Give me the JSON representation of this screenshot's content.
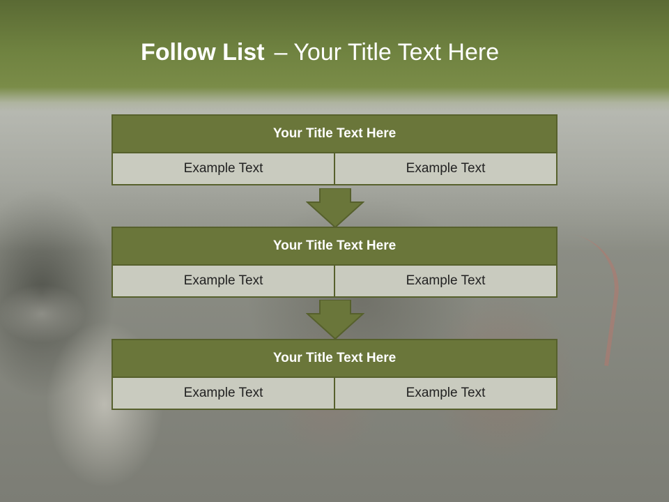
{
  "slide": {
    "title_bold": "Follow List",
    "title_rest": "– Your Title Text Here"
  },
  "steps": [
    {
      "title": "Your Title Text Here",
      "left": "Example Text",
      "right": "Example Text"
    },
    {
      "title": "Your Title Text Here",
      "left": "Example Text",
      "right": "Example Text"
    },
    {
      "title": "Your Title Text Here",
      "left": "Example Text",
      "right": "Example Text"
    }
  ],
  "colors": {
    "header_green": "#6f8240",
    "box_green": "#6a763a",
    "cell_fill": "#c9cbbf",
    "border": "#56602c"
  }
}
